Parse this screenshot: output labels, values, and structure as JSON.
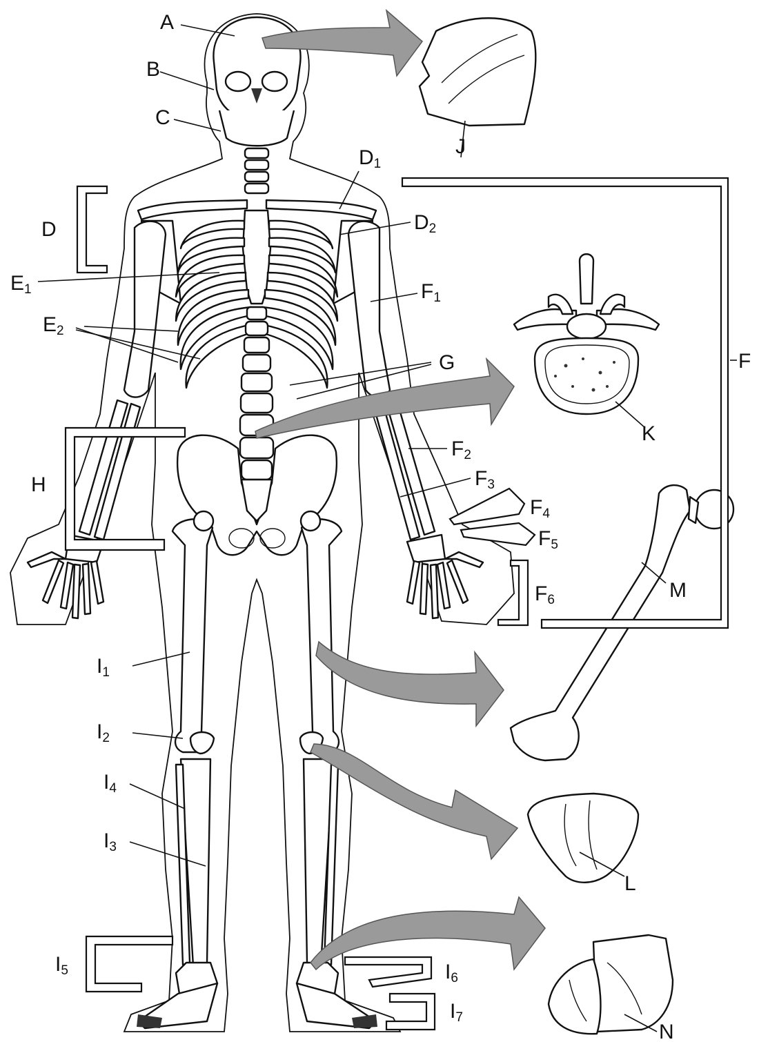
{
  "labels": {
    "A": "A",
    "B": "B",
    "C": "C",
    "D": "D",
    "D1": "D",
    "D1_sub": "1",
    "D2": "D",
    "D2_sub": "2",
    "E1": "E",
    "E1_sub": "1",
    "E2": "E",
    "E2_sub": "2",
    "F": "F",
    "F1": "F",
    "F1_sub": "1",
    "F2": "F",
    "F2_sub": "2",
    "F3": "F",
    "F3_sub": "3",
    "F4": "F",
    "F4_sub": "4",
    "F5": "F",
    "F5_sub": "5",
    "F6": "F",
    "F6_sub": "6",
    "G": "G",
    "H": "H",
    "I1": "I",
    "I1_sub": "1",
    "I2": "I",
    "I2_sub": "2",
    "I3": "I",
    "I3_sub": "3",
    "I4": "I",
    "I4_sub": "4",
    "I5": "I",
    "I5_sub": "5",
    "I6": "I",
    "I6_sub": "6",
    "I7": "I",
    "I7_sub": "7",
    "J": "J",
    "K": "K",
    "L": "L",
    "M": "M",
    "N": "N"
  },
  "colors": {
    "line": "#111111",
    "arrow_fill": "#9a9a9a",
    "background": "#ffffff"
  },
  "icons": {
    "skeleton": "full-skeleton-illustration",
    "detail_J": "flat-bone-icon",
    "detail_K": "vertebra-icon",
    "detail_L": "patella-icon",
    "detail_M": "femur-icon",
    "detail_N": "tarsal-bone-icon"
  }
}
